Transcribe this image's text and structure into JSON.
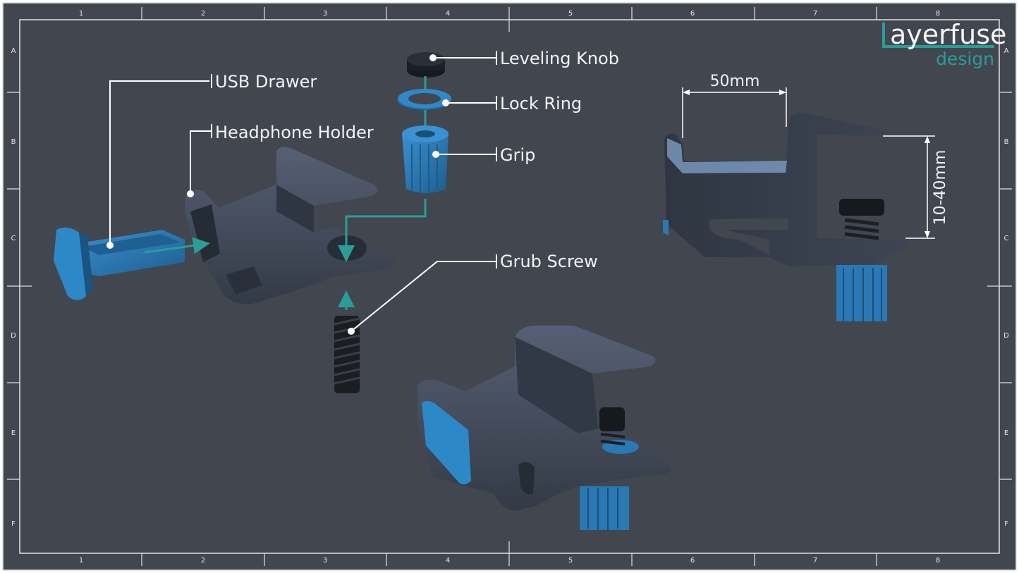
{
  "brand": {
    "name_part1": "ayerfuse",
    "name_part2": "design",
    "accent_color": "#2a9d98"
  },
  "frame": {
    "columns": [
      "1",
      "2",
      "3",
      "4",
      "5",
      "6",
      "7",
      "8"
    ],
    "rows": [
      "A",
      "B",
      "C",
      "D",
      "E",
      "F"
    ]
  },
  "callouts": {
    "usb_drawer": "USB Drawer",
    "headphone_holder": "Headphone Holder",
    "leveling_knob": "Leveling Knob",
    "lock_ring": "Lock Ring",
    "grip": "Grip",
    "grub_screw": "Grub Screw"
  },
  "dimensions": {
    "width": "50mm",
    "clamp_range": "10-40mm"
  },
  "colors": {
    "background": "#42464f",
    "part_body": "#3b4250",
    "part_blue": "#2a78b4",
    "line": "#ffffff",
    "teal": "#2a9d98"
  }
}
